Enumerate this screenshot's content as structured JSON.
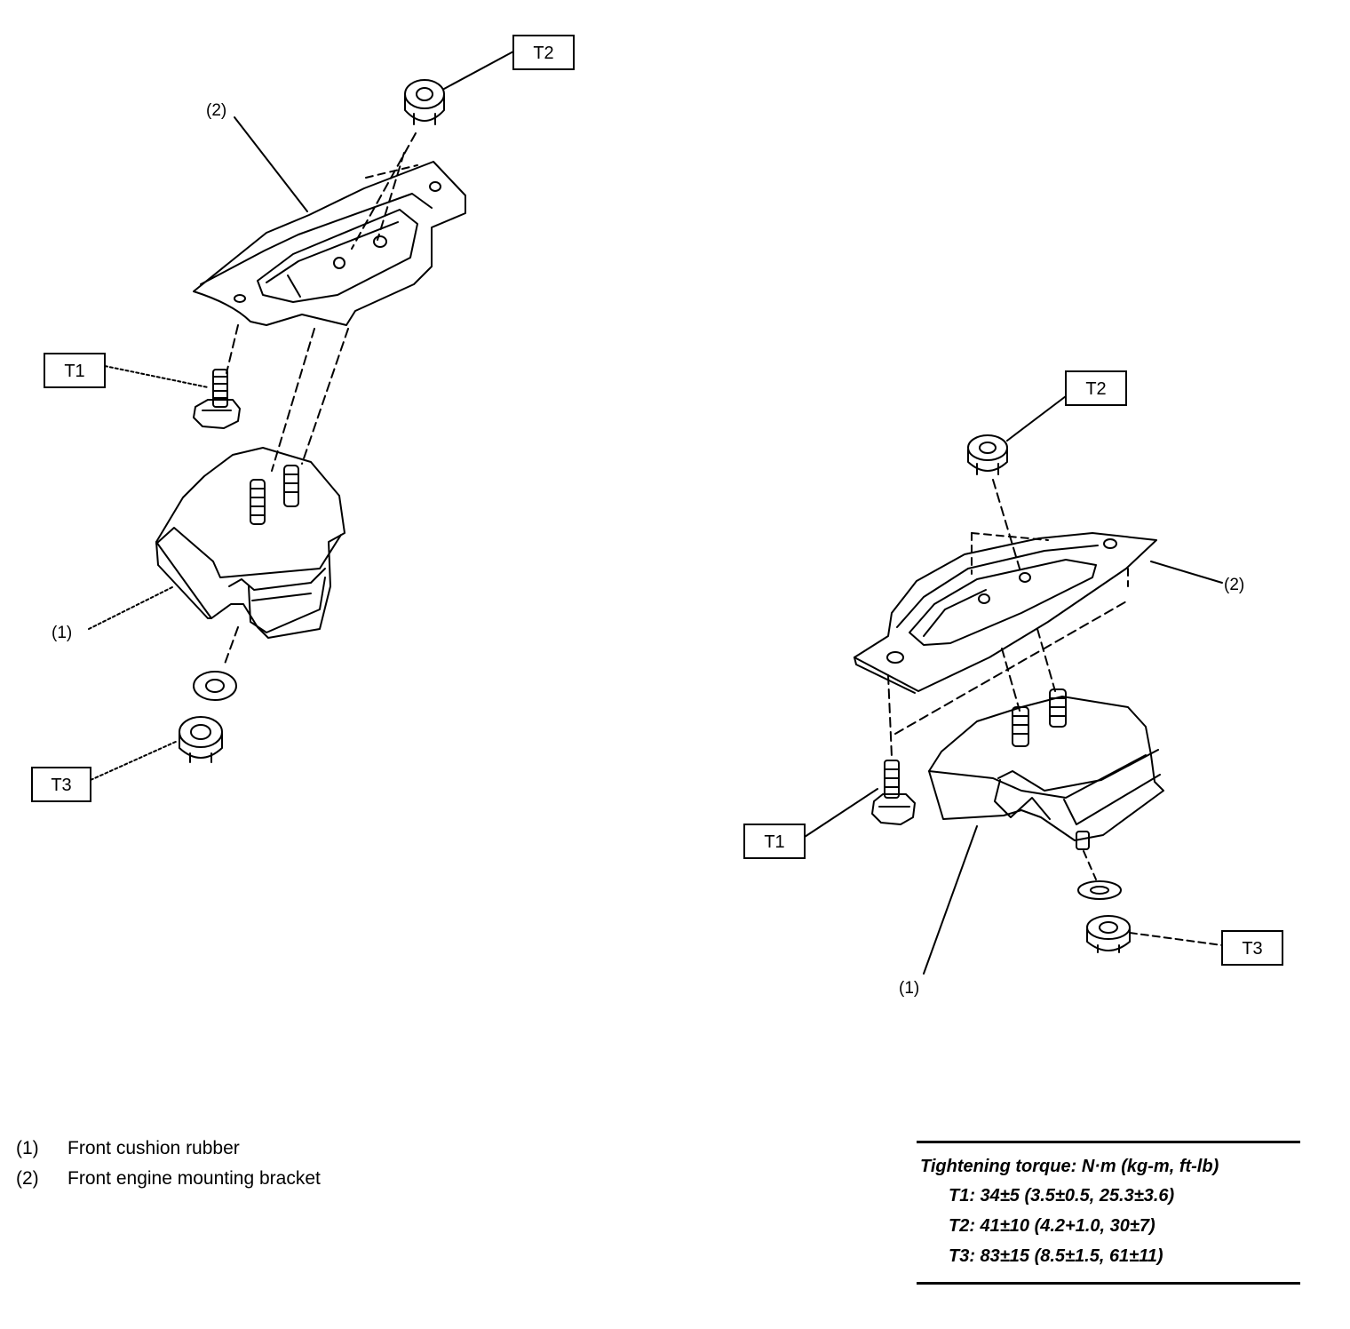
{
  "diagram": {
    "left_assembly": {
      "callouts": {
        "bracket": "(2)",
        "cushion": "(1)"
      },
      "torque_tags": {
        "t1": "T1",
        "t2": "T2",
        "t3": "T3"
      }
    },
    "right_assembly": {
      "callouts": {
        "bracket": "(2)",
        "cushion": "(1)"
      },
      "torque_tags": {
        "t1": "T1",
        "t2": "T2",
        "t3": "T3"
      }
    }
  },
  "legend": [
    {
      "num": "(1)",
      "text": "Front cushion rubber"
    },
    {
      "num": "(2)",
      "text": "Front engine mounting bracket"
    }
  ],
  "torque_table": {
    "title": "Tightening torque: N·m (kg-m, ft-lb)",
    "lines": [
      "T1: 34±5 (3.5±0.5, 25.3±3.6)",
      "T2: 41±10 (4.2+1.0, 30±7)",
      "T3: 83±15 (8.5±1.5, 61±11)"
    ]
  }
}
